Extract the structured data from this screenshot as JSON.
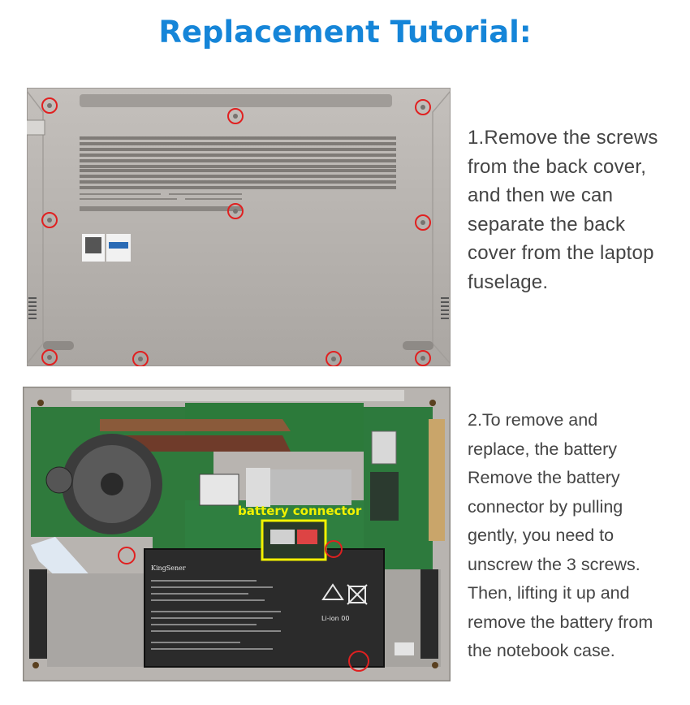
{
  "title": "Replacement Tutorial:",
  "step1": {
    "lines": [
      "1.Remove the screws",
      "from the back cover,",
      "and then we can",
      "separate the back",
      "cover from the laptop",
      "fuselage."
    ]
  },
  "step2": {
    "lines": [
      "2.To remove and",
      "replace, the battery",
      "Remove the battery",
      "connector by pulling",
      "gently, you need to",
      "unscrew the 3 screws.",
      "Then, lifting it up and",
      "remove the battery from",
      "the notebook case."
    ]
  },
  "photo2": {
    "connector_label": "battery connector",
    "battery_brand": "KingSener",
    "battery_type": "Li-ion 00"
  },
  "colors": {
    "title": "#1585d8",
    "marker": "#e02020",
    "connector_box": "#f2f200",
    "laptop_silver": "#b4b0ac"
  }
}
